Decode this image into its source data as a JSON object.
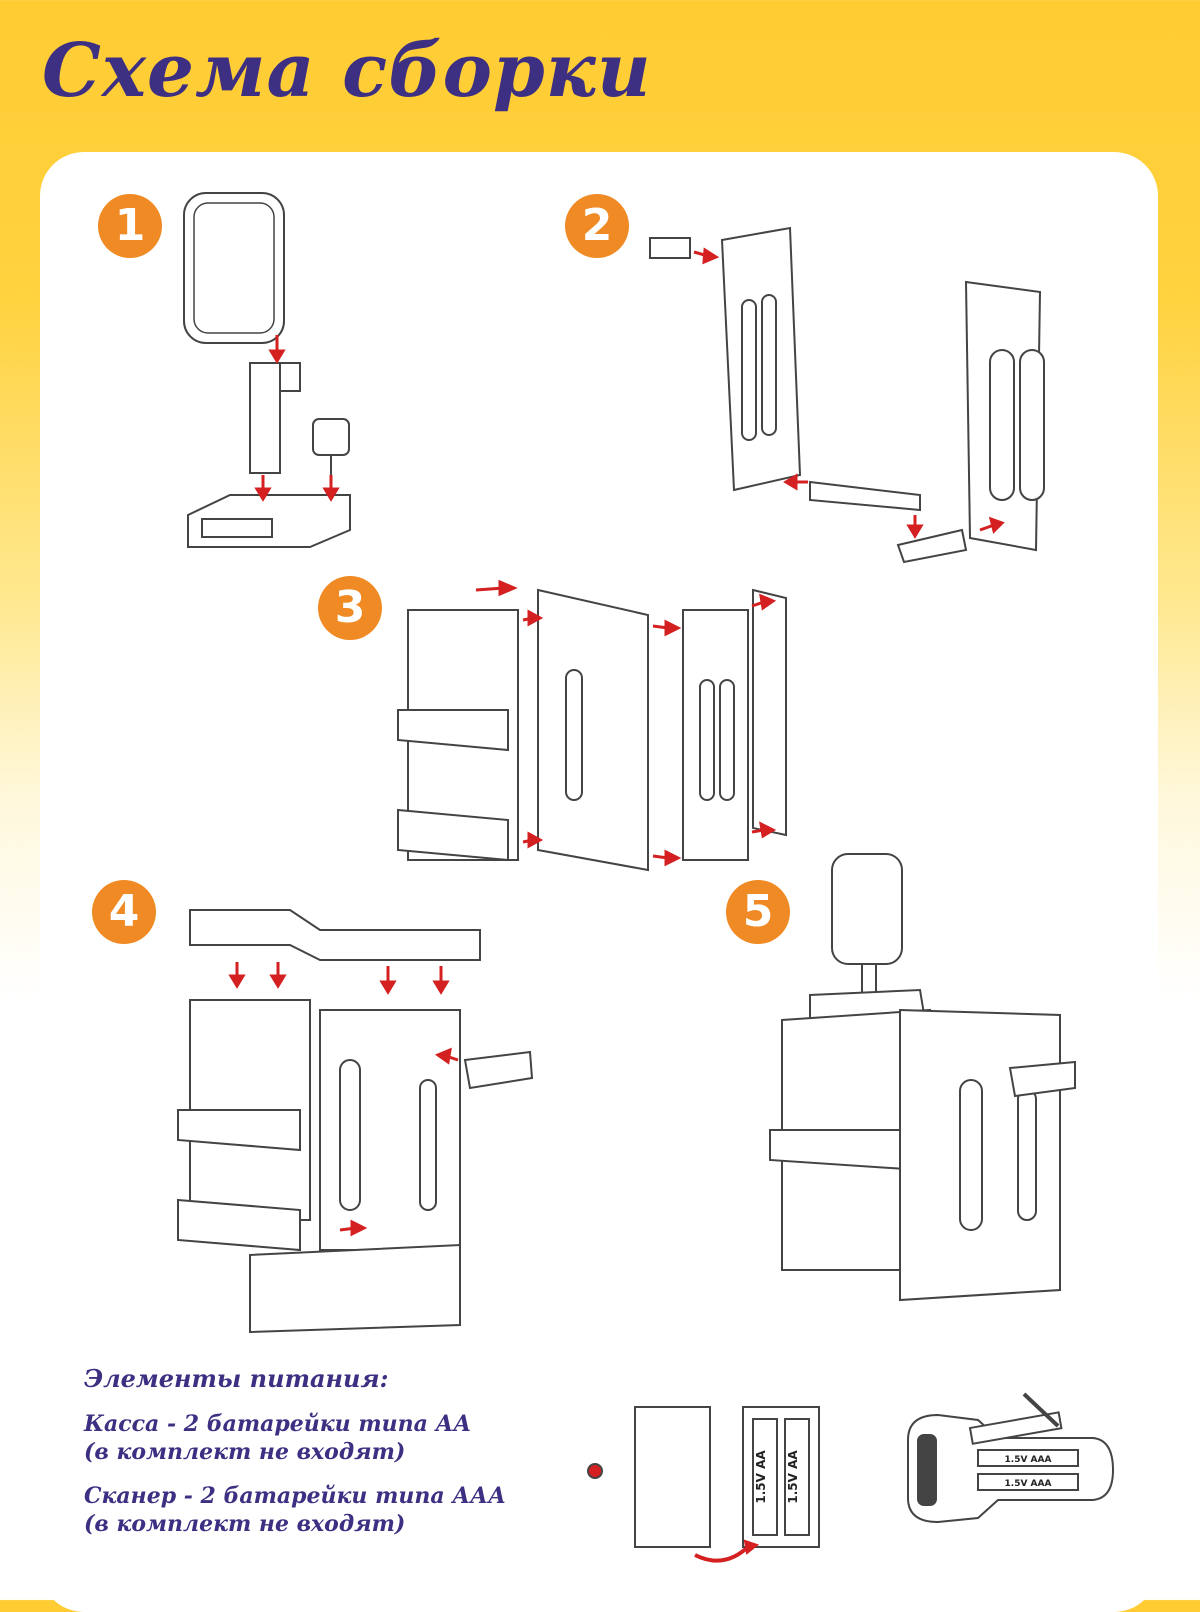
{
  "title": "Схема сборки",
  "steps": [
    "1",
    "2",
    "3",
    "4",
    "5"
  ],
  "power": {
    "heading": "Элементы питания:",
    "register_line": "Касса - 2 батарейки типа АА",
    "register_note": "(в комплект не входят)",
    "scanner_line": "Сканер - 2 батарейки типа ААА",
    "scanner_note": "(в комплект не входят)"
  },
  "battery_labels": {
    "aa": "1.5V AA",
    "aaa": "1.5V AAA"
  },
  "colors": {
    "title": "#3d2f82",
    "badge": "#f08a24",
    "arrow": "#d42020",
    "background_top": "#ffcc33"
  }
}
